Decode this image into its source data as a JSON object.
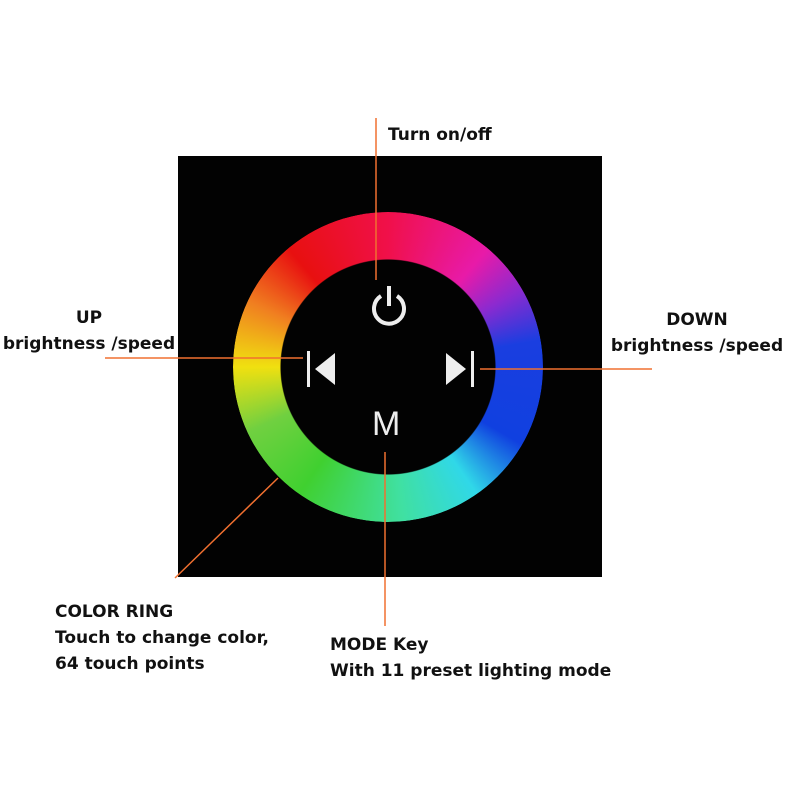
{
  "labels": {
    "power": "Turn on/off",
    "up_title": "UP",
    "up_sub": "brightness /speed",
    "down_title": "DOWN",
    "down_sub": "brightness /speed",
    "ring_title": "COLOR RING",
    "ring_line1": "Touch to change color,",
    "ring_line2": "64 touch points",
    "mode_title": "MODE Key",
    "mode_sub": "With 11 preset lighting mode"
  },
  "buttons": {
    "mode": "M"
  },
  "icons": {
    "power": "power-icon",
    "up": "skip-previous-icon",
    "down": "skip-next-icon"
  },
  "colors": {
    "leader": "#f07030",
    "panel": "#020202"
  }
}
